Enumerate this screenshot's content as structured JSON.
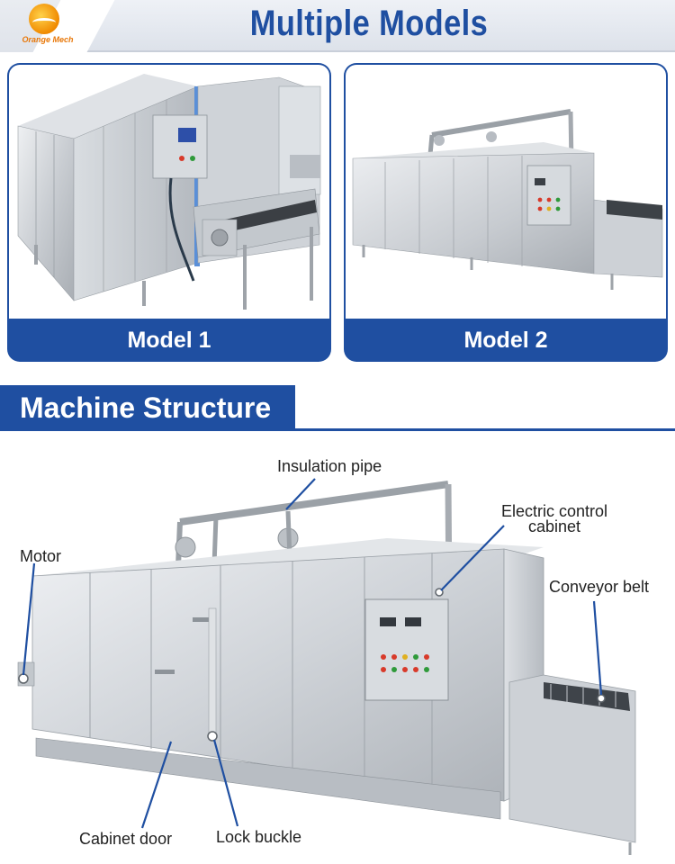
{
  "header": {
    "logo_text": "Orange Mech",
    "title": "Multiple Models"
  },
  "models": [
    {
      "label": "Model 1"
    },
    {
      "label": "Model 2"
    }
  ],
  "structure": {
    "title": "Machine Structure",
    "callouts": {
      "insulation_pipe": "Insulation pipe",
      "electric_control_line1": "Electric control",
      "electric_control_line2": "cabinet",
      "motor": "Motor",
      "conveyor_belt": "Conveyor belt",
      "cabinet_door": "Cabinet door",
      "lock_buckle": "Lock buckle"
    }
  },
  "colors": {
    "brand_blue": "#1f4fa1",
    "logo_orange": "#f08a00"
  }
}
